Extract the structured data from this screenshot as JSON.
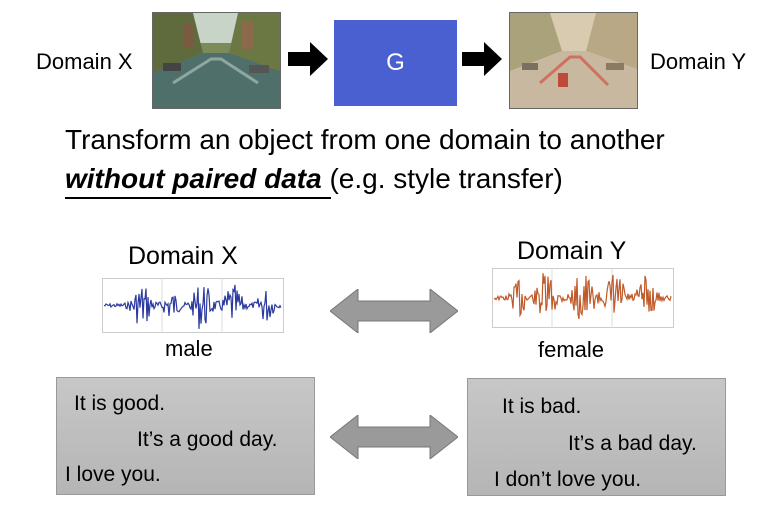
{
  "top": {
    "domain_x_label": "Domain X",
    "generator_label": "G",
    "domain_y_label": "Domain Y"
  },
  "headline": {
    "line1": "Transform an object from one domain to another",
    "line2_emphasis": "without paired data",
    "line2_rest": " (e.g. style transfer)"
  },
  "speech": {
    "domain_x_label": "Domain X",
    "domain_y_label": "Domain Y",
    "x_caption": "male",
    "y_caption": "female"
  },
  "text_domain": {
    "x_lines": [
      "It is good.",
      "It’s a good day.",
      "I love you."
    ],
    "y_lines": [
      "It is bad.",
      "It’s a bad day.",
      "I don’t love you."
    ]
  },
  "colors": {
    "generator": "#4a5fd0",
    "male_wave": "#2b3aa0",
    "female_wave": "#c05a2a",
    "double_arrow": "#9a9a9a"
  }
}
